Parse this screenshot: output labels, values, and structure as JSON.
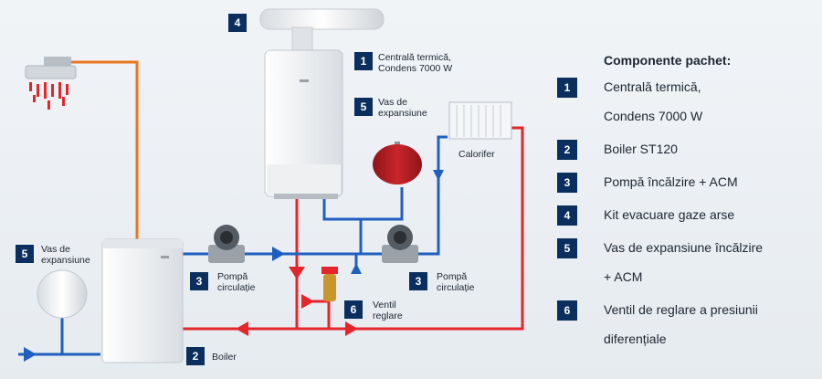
{
  "colors": {
    "hot": "#e3262b",
    "cold": "#1f5fbf",
    "flue": "#e8761e",
    "badge": "#0a2f5e",
    "tank": "#b51d22"
  },
  "labels": {
    "centrala_line1": "Centrală termică,",
    "centrala_line2": "Condens 7000 W",
    "vas_top_line1": "Vas de",
    "vas_top_line2": "expansiune",
    "calorifer": "Calorifer",
    "vas_left_line1": "Vas de",
    "vas_left_line2": "expansiune",
    "pompa_left_line1": "Pompă",
    "pompa_left_line2": "circulație",
    "pompa_right_line1": "Pompă",
    "pompa_right_line2": "circulație",
    "ventil_line1": "Ventil",
    "ventil_line2": "reglare",
    "boiler": "Boiler"
  },
  "badges": {
    "flue": "4",
    "centrala": "1",
    "vas_top": "5",
    "vas_left": "5",
    "pompa_left": "3",
    "pompa_right": "3",
    "ventil": "6",
    "boiler": "2"
  },
  "components": {
    "title": "Componente pachet:",
    "items": [
      {
        "num": "1",
        "line1": "Centrală termică,",
        "line2": "Condens 7000 W"
      },
      {
        "num": "2",
        "line1": "Boiler ST120",
        "line2": ""
      },
      {
        "num": "3",
        "line1": "Pompă încălzire + ACM",
        "line2": ""
      },
      {
        "num": "4",
        "line1": "Kit evacuare gaze arse",
        "line2": ""
      },
      {
        "num": "5",
        "line1": "Vas de expansiune încălzire",
        "line2": "+ ACM"
      },
      {
        "num": "6",
        "line1": "Ventil de reglare a presiunii",
        "line2": "diferențiale"
      }
    ]
  }
}
